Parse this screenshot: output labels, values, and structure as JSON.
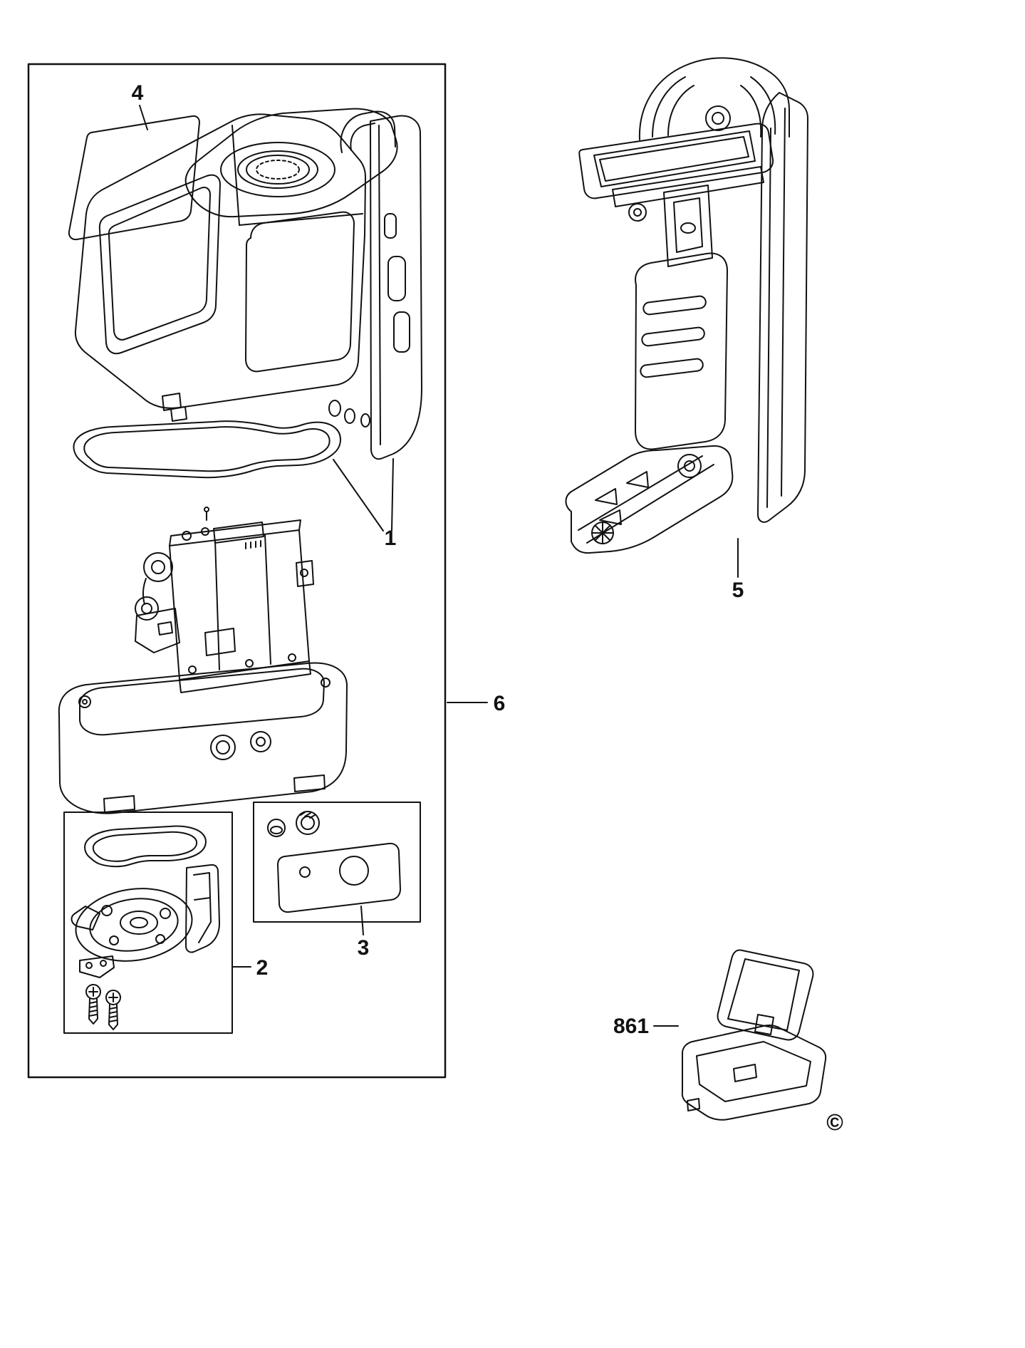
{
  "page": {
    "background_color": "#ffffff",
    "line_color": "#111111"
  },
  "labels": {
    "part_4": "4",
    "part_1": "1",
    "part_6": "6",
    "part_2": "2",
    "part_3": "3",
    "part_5": "5",
    "part_861": "861",
    "copyright_mark": "©"
  }
}
